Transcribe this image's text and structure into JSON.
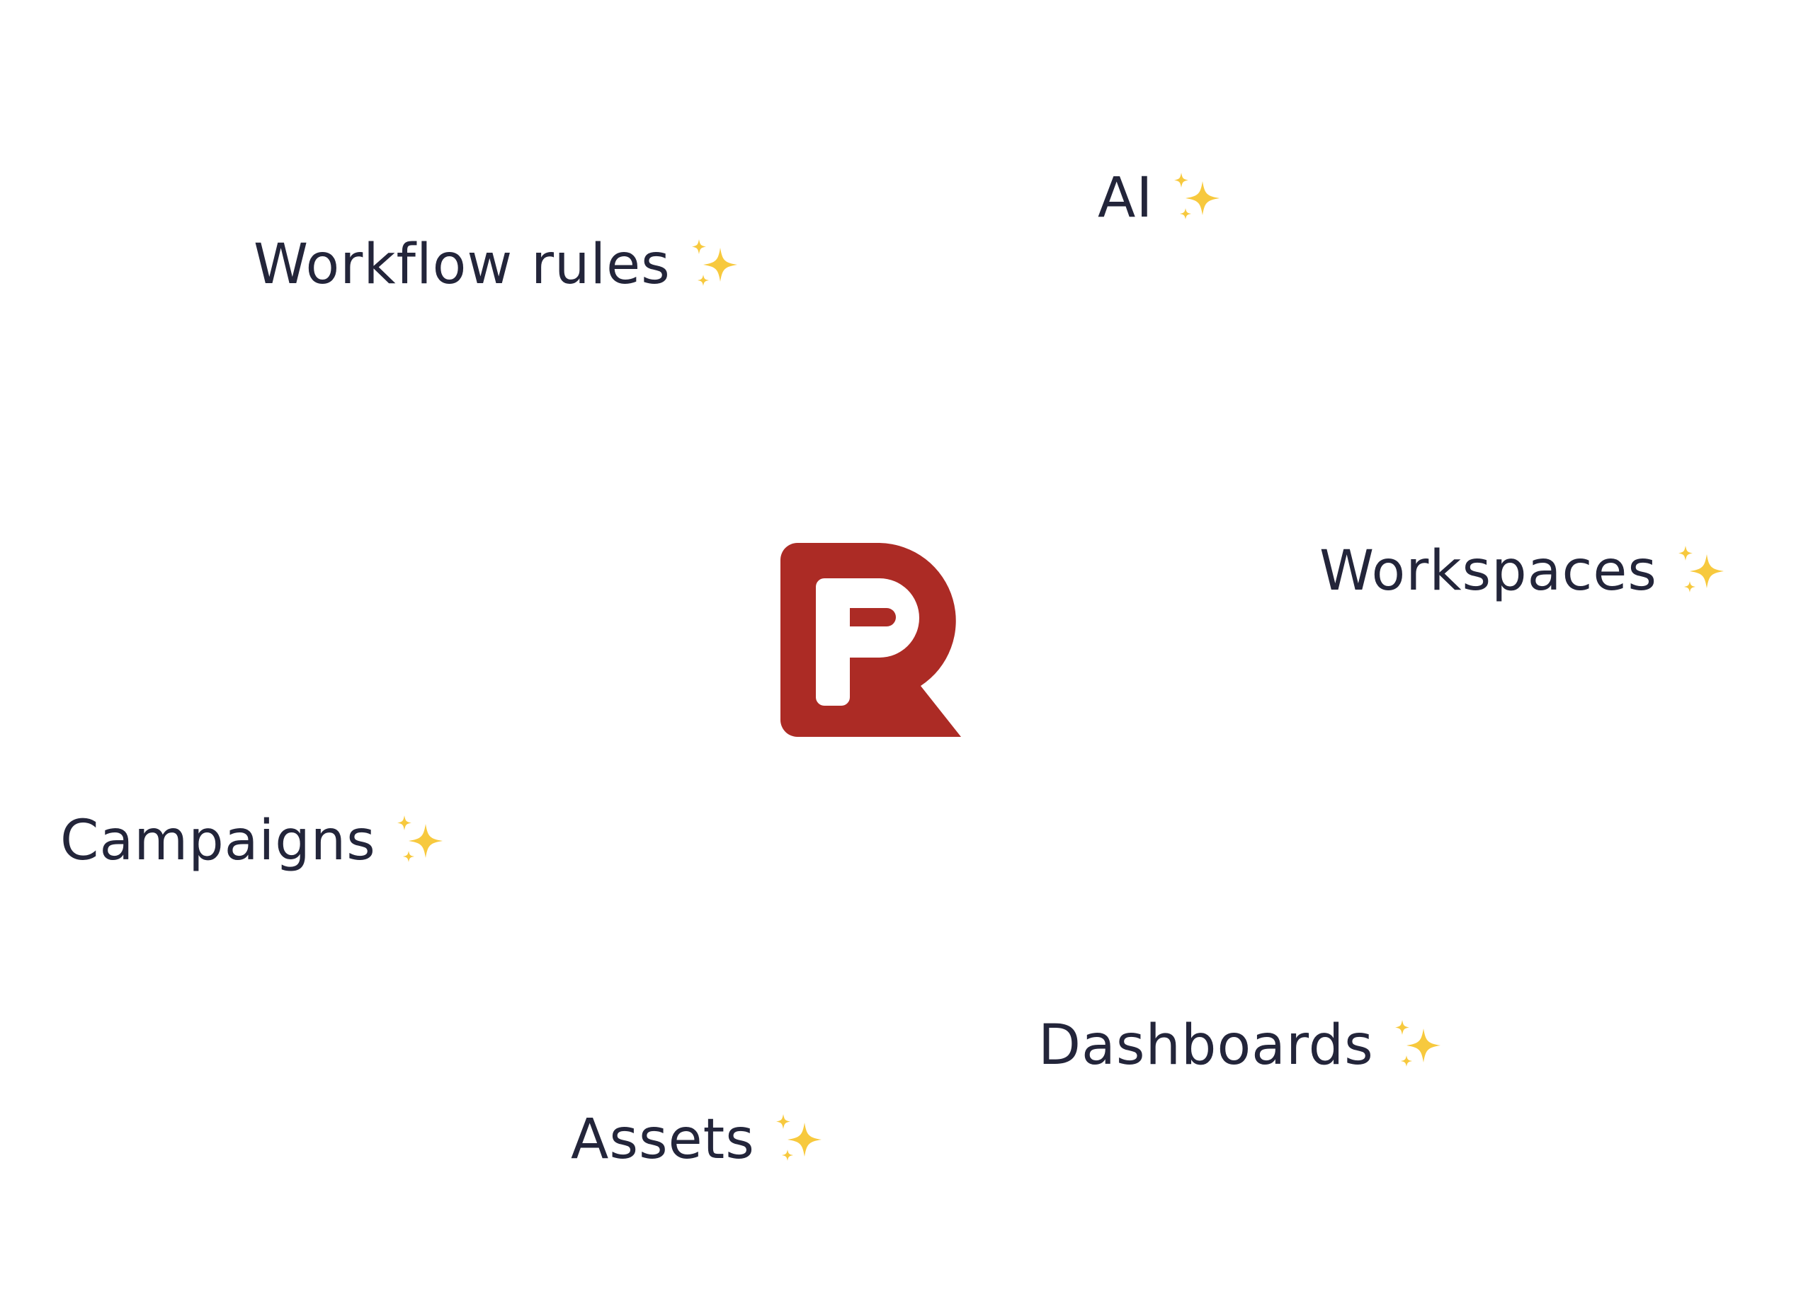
{
  "logo": {
    "icon": "brand-logo-icon",
    "brand_color": "#ac2b25"
  },
  "features": [
    {
      "id": "workflow-rules",
      "label": "Workflow rules",
      "icon": "sparkles-icon"
    },
    {
      "id": "ai",
      "label": "AI",
      "icon": "sparkles-icon"
    },
    {
      "id": "workspaces",
      "label": "Workspaces",
      "icon": "sparkles-icon"
    },
    {
      "id": "campaigns",
      "label": "Campaigns",
      "icon": "sparkles-icon"
    },
    {
      "id": "dashboards",
      "label": "Dashboards",
      "icon": "sparkles-icon"
    },
    {
      "id": "assets",
      "label": "Assets",
      "icon": "sparkles-icon"
    }
  ],
  "colors": {
    "text": "#23253a",
    "sparkle": "#f7c93e",
    "background": "#ffffff"
  }
}
